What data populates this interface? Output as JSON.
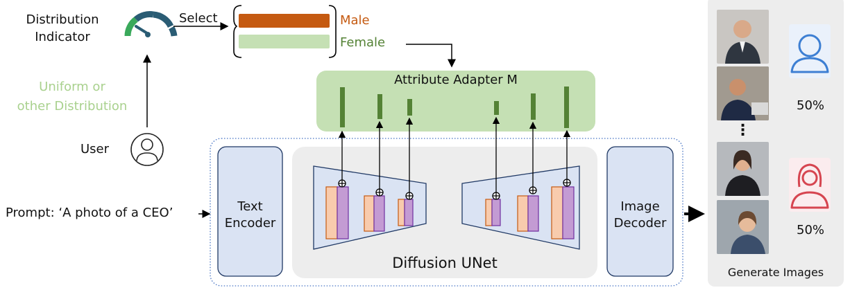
{
  "indicator": {
    "line1": "Distribution",
    "line2": "Indicator"
  },
  "select_label": "Select",
  "options": {
    "male": "Male",
    "female": "Female"
  },
  "distribution": {
    "line1": "Uniform or",
    "line2": "other Distribution"
  },
  "user_label": "User",
  "adapter_label": "Attribute Adapter M",
  "text_encoder": {
    "line1": "Text",
    "line2": "Encoder"
  },
  "image_decoder": {
    "line1": "Image",
    "line2": "Decoder"
  },
  "unet_label": "Diffusion UNet",
  "prompt_label": "Prompt: ‘A photo of a CEO’",
  "output": {
    "title": "Generate Images",
    "male_percent": "50%",
    "female_percent": "50%",
    "ellipsis": "⋮"
  },
  "colors": {
    "male_bar": "#c55a11",
    "female_bar": "#c5e0b4",
    "adapter_bg": "#c5e0b4",
    "adapter_bars": "#548235",
    "encoder_bg": "#dae3f3",
    "unet_bg": "#ededed",
    "male_icon": "#3d7fd3",
    "female_icon": "#d64550",
    "distribution_text": "#a9d18e"
  },
  "icons": {
    "indicator": "gauge-icon",
    "user": "user-circle-icon",
    "male": "male-user-icon",
    "female": "female-user-icon"
  }
}
